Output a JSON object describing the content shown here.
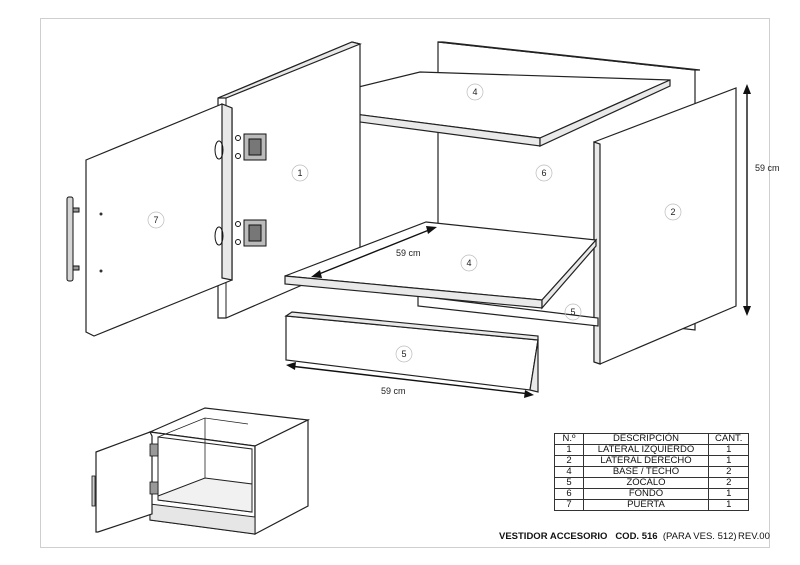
{
  "callouts": {
    "lateral_izq": "1",
    "lateral_der": "2",
    "techo": "4",
    "base": "4",
    "zocalo_back": "5",
    "zocalo_front": "5",
    "fondo": "6",
    "puerta": "7"
  },
  "dimensions": {
    "height": "59 cm",
    "depth": "59 cm",
    "width": "59 cm"
  },
  "parts_table": {
    "headers": [
      "N.º",
      "DESCRIPCIÓN",
      "CANT."
    ],
    "rows": [
      {
        "n": "1",
        "desc": "LATERAL  IZQUIERDO",
        "qty": "1"
      },
      {
        "n": "2",
        "desc": "LATERAL DERECHO",
        "qty": "1"
      },
      {
        "n": "4",
        "desc": "BASE / TECHO",
        "qty": "2"
      },
      {
        "n": "5",
        "desc": "ZOCALO",
        "qty": "2"
      },
      {
        "n": "6",
        "desc": "FONDO",
        "qty": "1"
      },
      {
        "n": "7",
        "desc": "PUERTA",
        "qty": "1"
      }
    ]
  },
  "footer": {
    "title": "VESTIDOR ACCESORIO",
    "code": "COD. 516",
    "note": "(PARA VES. 512)",
    "revision": "REV.00"
  }
}
